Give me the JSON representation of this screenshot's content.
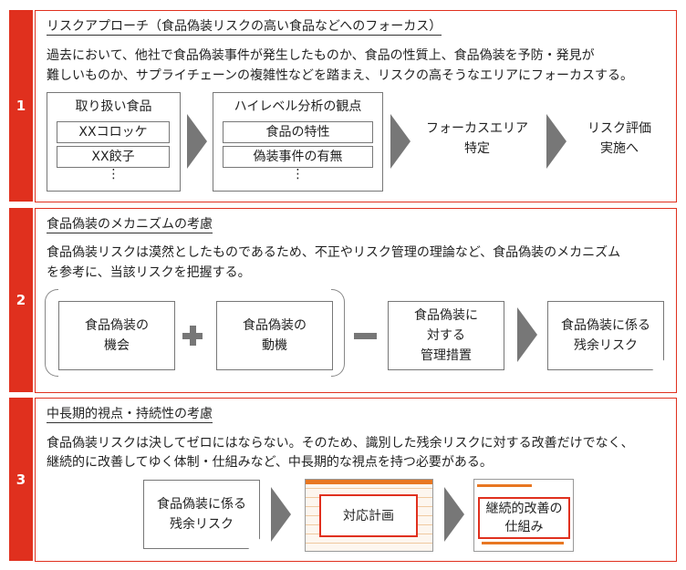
{
  "sections": [
    {
      "number": "1",
      "title": "リスクアプローチ（食品偽装リスクの高い食品などへのフォーカス）",
      "text": [
        "過去において、他社で食品偽装事件が発生したものか、食品の性質上、食品偽装を予防・発見が",
        "難しいものか、サプライチェーンの複雑性などを踏まえ、リスクの高そうなエリアにフォーカスする。"
      ],
      "box1": {
        "title": "取り扱い食品",
        "items": [
          "XXコロッケ",
          "XX餃子"
        ],
        "more": "⋮"
      },
      "box2": {
        "title": "ハイレベル分析の観点",
        "items": [
          "食品の特性",
          "偽装事件の有無"
        ],
        "more": "⋮"
      },
      "focus": [
        "フォーカスエリア",
        "特定"
      ],
      "evaluate": [
        "リスク評価",
        "実施へ"
      ]
    },
    {
      "number": "2",
      "title": "食品偽装のメカニズムの考慮",
      "text": [
        "食品偽装リスクは漠然としたものであるため、不正やリスク管理の理論など、食品偽装のメカニズム",
        "を参考に、当該リスクを把握する。"
      ],
      "opportunity": [
        "食品偽装の",
        "機会"
      ],
      "motive": [
        "食品偽装の",
        "動機"
      ],
      "controls": [
        "食品偽装に",
        "対する",
        "管理措置"
      ],
      "residual": [
        "食品偽装に係る",
        "残余リスク"
      ]
    },
    {
      "number": "3",
      "title": "中長期的視点・持続性の考慮",
      "text": [
        "食品偽装リスクは決してゼロにはならない。そのため、識別した残余リスクに対する改善だけでなく、",
        "継続的に改善してゆく体制・仕組みなど、中長期的な視点を持つ必要がある。"
      ],
      "residual": [
        "食品偽装に係る",
        "残余リスク"
      ],
      "plan": "対応計画",
      "improve": [
        "継続的改善の",
        "仕組み"
      ]
    }
  ],
  "colors": {
    "accent": "#e0301e",
    "arrow": "#777777"
  }
}
